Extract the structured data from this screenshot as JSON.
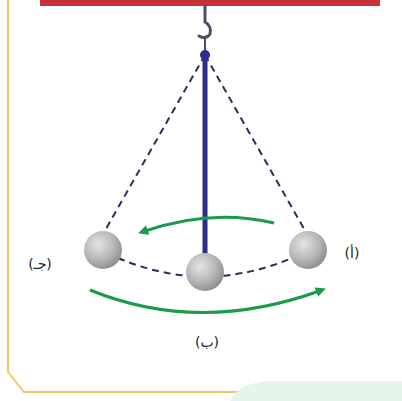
{
  "diagram": {
    "labels": [
      "(أ)",
      "(ب)",
      "(جـ)"
    ]
  }
}
